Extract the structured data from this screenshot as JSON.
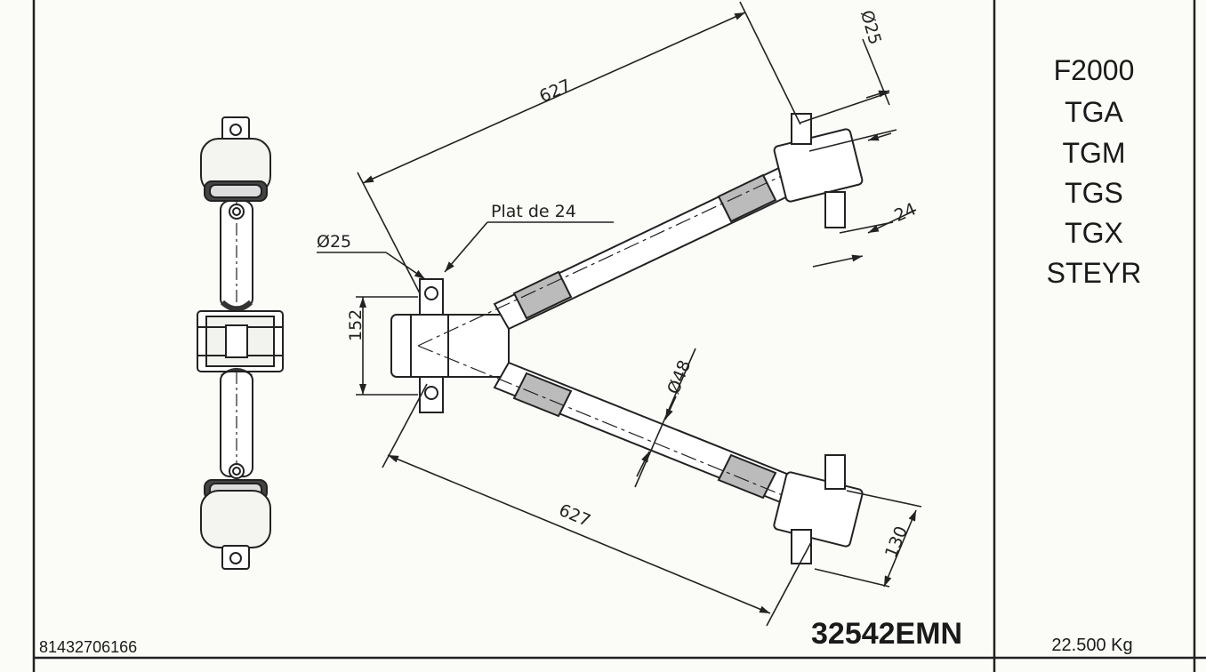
{
  "drawing": {
    "dimensions": {
      "upper_arm_length": "627",
      "lower_arm_length": "627",
      "end_bushing_diameter": "Ø25",
      "end_flat": "24",
      "end_height": "130",
      "tube_diameter": "Ø48",
      "apex_pin_diameter": "Ø25",
      "apex_flat_note": "Plat de 24",
      "apex_height": "152"
    },
    "part_number": "32542EMN",
    "reference_number": "81432706166"
  },
  "title_block": {
    "models": [
      "F2000",
      "TGA",
      "TGM",
      "TGS",
      "TGX",
      "STEYR"
    ],
    "weight": "22.500 Kg"
  }
}
